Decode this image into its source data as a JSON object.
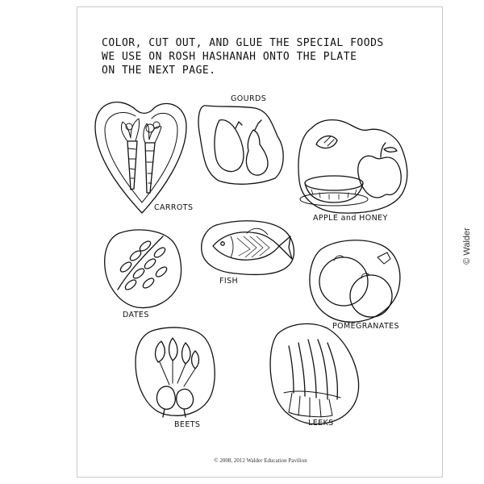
{
  "instructions": [
    "Color, cut out, and glue the special foods",
    "we use on Rosh Hashanah onto the plate",
    "on the next page."
  ],
  "foods": {
    "carrots": "CARROTS",
    "gourds": "GOURDS",
    "apple_honey": "APPLE and HONEY",
    "dates": "DATES",
    "fish": "FISH",
    "pomegranates": "POMEGRANATES",
    "beets": "BEETS",
    "leeks": "LEEKS"
  },
  "footer": "© 2008, 2012 Walder Education Pavilion",
  "watermark": "© Walder",
  "colors": {
    "ink": "#111111",
    "paper": "#ffffff",
    "border": "#c9c9c9"
  }
}
